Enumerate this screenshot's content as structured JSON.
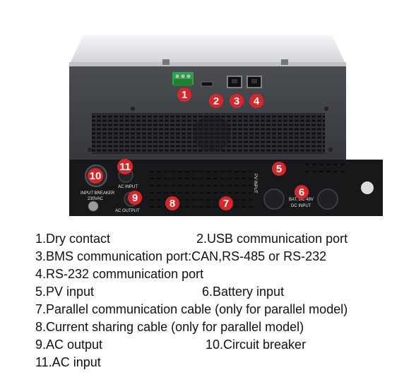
{
  "image": {
    "colors": {
      "top_cover": "#e9eaec",
      "upper_panel": "#3f4247",
      "lower_panel": "#17181a",
      "badge": "#d9262b",
      "terminal": "#2fa24a"
    },
    "badges": [
      "1",
      "2",
      "3",
      "4",
      "5",
      "6",
      "7",
      "8",
      "9",
      "10",
      "11"
    ],
    "panel_labels": {
      "input_breaker": "INPUT BREAKER",
      "breaker_rating": "230VAC",
      "ac_input": "AC INPUT",
      "ac_output": "AC OUTPUT",
      "pv_input": "PV INPUT",
      "battery": "BAT. DC 48V",
      "dc_input": "DC INPUT"
    }
  },
  "legend": {
    "rows": [
      {
        "left": "1.Dry contact",
        "right": "2.USB communication port"
      },
      {
        "left": "3.BMS communication port:CAN,RS-485 or RS-232",
        "right": ""
      },
      {
        "left": "4.RS-232 communication port",
        "right": ""
      },
      {
        "left": "5.PV input",
        "right": "6.Battery input"
      },
      {
        "left": "7.Parallel communication cable (only for parallel model)",
        "right": ""
      },
      {
        "left": "8.Current sharing cable (only for parallel model)",
        "right": ""
      },
      {
        "left": "9.AC output",
        "right": "10.Circuit breaker"
      },
      {
        "left": "11.AC input",
        "right": ""
      }
    ]
  }
}
